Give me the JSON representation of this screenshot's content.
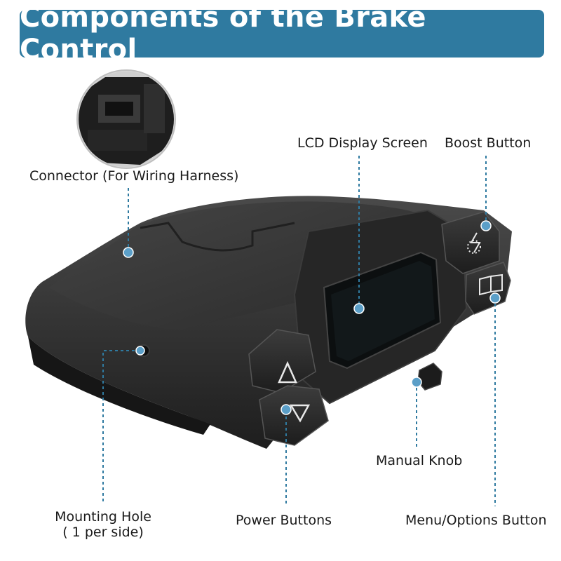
{
  "title": "Components of the Brake Control",
  "colors": {
    "banner": "#2f7aa0",
    "callout_line": "#2f7aa0",
    "callout_dot": "#5b9fc8",
    "device_body": "#2a2a2a",
    "device_top": "#3a3a3a",
    "screen": "#0c0f10"
  },
  "callouts": {
    "connector": "Connector (For Wiring Harness)",
    "lcd": "LCD Display Screen",
    "boost": "Boost Button",
    "manual_knob": "Manual Knob",
    "mounting_hole_line1": "Mounting Hole",
    "mounting_hole_line2": "( 1 per side)",
    "power_buttons": "Power Buttons",
    "menu_options": "Menu/Options Button"
  },
  "icons": {
    "up_button": "triangle-up-icon",
    "down_button": "triangle-down-icon",
    "boost_button": "lightning-burst-icon",
    "menu_button": "open-book-icon"
  }
}
